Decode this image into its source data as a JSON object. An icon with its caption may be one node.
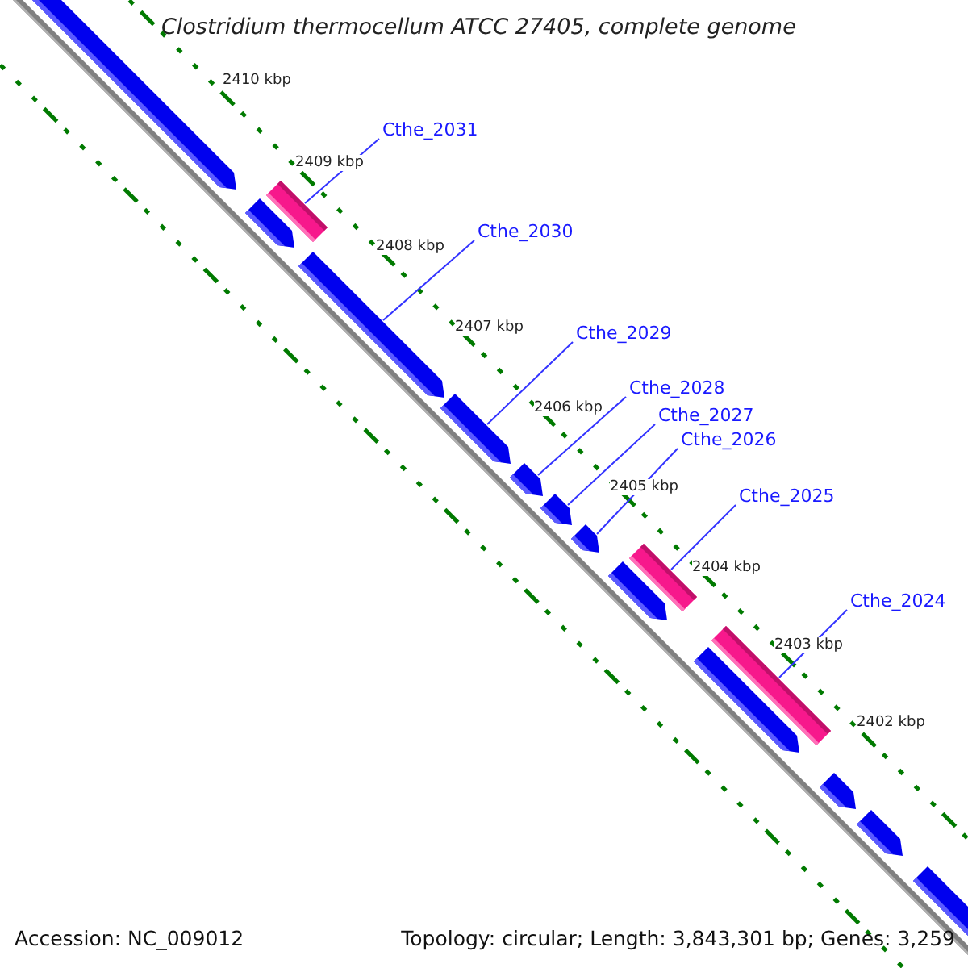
{
  "diagram": {
    "title": "Clostridium thermocellum ATCC 27405, complete genome",
    "nodes": [
      {
        "text": [
          "Cthe_2031"
        ]
      },
      {
        "text": [
          "Cthe_2030"
        ]
      },
      {
        "text": [
          "Cthe_2029"
        ]
      },
      {
        "text": [
          "Cthe_2028"
        ]
      },
      {
        "text": [
          "Cthe_2027"
        ]
      },
      {
        "text": [
          "Cthe_2026"
        ]
      },
      {
        "text": [
          "Cthe_2025"
        ]
      },
      {
        "text": [
          "Cthe_2024"
        ]
      },
      {
        "text": [],
        "shape": "pentagon"
      },
      {
        "text": [],
        "shape": "bar"
      },
      {
        "text": [],
        "shape": "pentagon"
      },
      {
        "text": [],
        "shape": "pentagon"
      },
      {
        "text": [],
        "shape": "pentagon"
      },
      {
        "text": [],
        "shape": "pentagon"
      },
      {
        "text": [],
        "shape": "pentagon"
      },
      {
        "text": [],
        "shape": "pentagon"
      },
      {
        "text": [],
        "shape": "pentagon"
      },
      {
        "text": [],
        "shape": "bar"
      },
      {
        "text": [],
        "shape": "bar"
      },
      {
        "text": [],
        "shape": "pentagon"
      },
      {
        "text": [],
        "shape": "pentagon"
      },
      {
        "text": [],
        "shape": "pentagon"
      },
      {
        "text": [],
        "shape": "pentagon"
      }
    ],
    "edges": [
      {
        "from": 0,
        "to": 9,
        "arrow": "none"
      },
      {
        "from": 1,
        "to": 11,
        "arrow": "none"
      },
      {
        "from": 2,
        "to": 12,
        "arrow": "none"
      },
      {
        "from": 3,
        "to": 13,
        "arrow": "none"
      },
      {
        "from": 4,
        "to": 14,
        "arrow": "none"
      },
      {
        "from": 5,
        "to": 15,
        "arrow": "none"
      },
      {
        "from": 6,
        "to": 17,
        "arrow": "none"
      },
      {
        "from": 7,
        "to": 18,
        "arrow": "none"
      }
    ],
    "labels": [
      "2410 kbp",
      "2409 kbp",
      "2408 kbp",
      "2407 kbp",
      "2406 kbp",
      "2405 kbp",
      "2404 kbp",
      "2403 kbp",
      "2402 kbp",
      "Accession: NC_009012",
      "Topology: circular; Length: 3,843,301 bp; Genes: 3,259"
    ]
  }
}
